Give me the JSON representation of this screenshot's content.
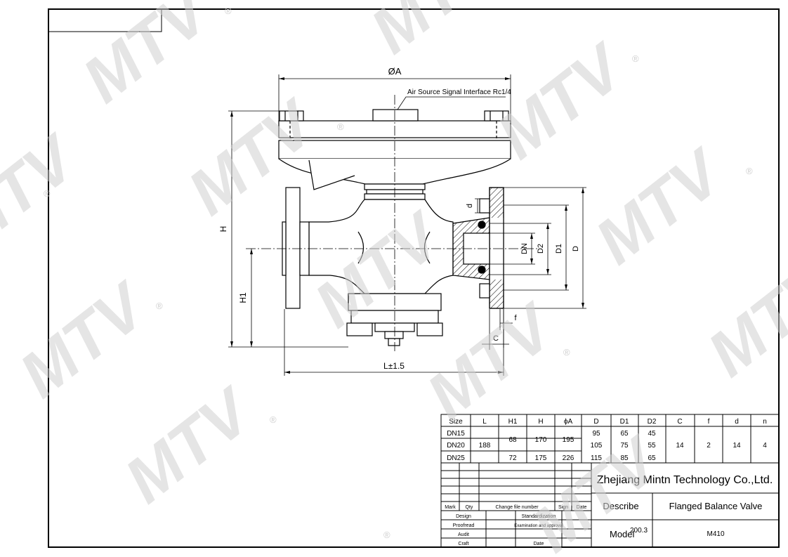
{
  "watermark": {
    "text": "MTV",
    "registered": "®"
  },
  "drawing": {
    "labels": {
      "phi_a": "ØA",
      "air_source": "Air Source Signal Interface Rc1/4",
      "h": "H",
      "h1": "H1",
      "l_tol": "L±1.5",
      "d_small": "d",
      "dn": "DN",
      "d2": "D2",
      "d1": "D1",
      "d_big": "D",
      "f": "f",
      "c": "C"
    }
  },
  "spec_table": {
    "headers": [
      "Size",
      "L",
      "H1",
      "H",
      "ϕA",
      "D",
      "D1",
      "D2",
      "C",
      "f",
      "d",
      "n"
    ],
    "rows": [
      {
        "size": "DN15",
        "D": "95",
        "D1": "65",
        "D2": "45"
      },
      {
        "size": "DN20",
        "D": "105",
        "D1": "75",
        "D2": "55"
      },
      {
        "size": "DN25",
        "H1": "72",
        "H": "175",
        "A": "226",
        "D": "115",
        "D1": "85",
        "D2": "65"
      }
    ],
    "merged": {
      "L": "188",
      "H1": "68",
      "H": "170",
      "A": "195",
      "C": "14",
      "f": "2",
      "d": "14",
      "n": "4"
    }
  },
  "title_block": {
    "company": "Zhejiang Mintn Technology Co.,Ltd.",
    "describe_label": "Describe",
    "describe_value": "Flanged Balance Valve",
    "model_label": "Model",
    "scale": "200.3",
    "model_value": "M410",
    "revision_headers": {
      "mark": "Mark",
      "qty": "Qty",
      "change": "Change file number",
      "sign": "Sign",
      "date": "Date"
    },
    "approvals": {
      "design": "Design",
      "standardization": "Standardization",
      "proofread": "Proofread",
      "examination": "Examination and approval",
      "audit": "Audit",
      "craft": "Craft",
      "date": "Date"
    }
  }
}
